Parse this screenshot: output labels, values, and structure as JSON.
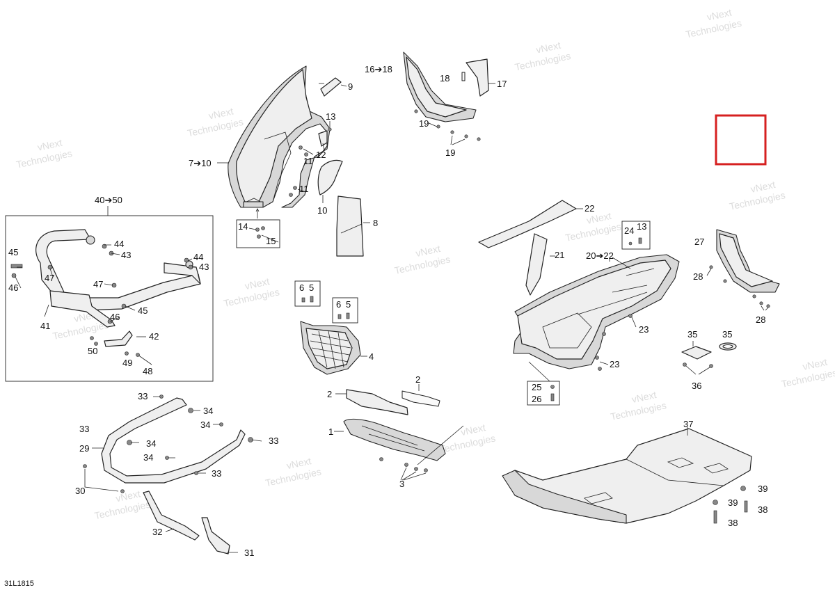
{
  "drawing_id": "31L1815",
  "watermark_line1": "vNext",
  "watermark_line2": "Technologies",
  "watermark_full": "vNext Technologies",
  "highlight_color": "#d62020",
  "callouts": {
    "c1": "1",
    "c2a": "2",
    "c2b": "2",
    "c3": "3",
    "c4": "4",
    "c5a": "5",
    "c5b": "5",
    "c6a": "6",
    "c6b": "6",
    "c7_10": "7➔10",
    "c8": "8",
    "c9": "9",
    "c10": "10",
    "c11a": "11",
    "c11b": "11",
    "c12": "12",
    "c13a": "13",
    "c13b": "13",
    "c14": "14",
    "c15": "15",
    "c16_18": "16➔18",
    "c17": "17",
    "c18": "18",
    "c19a": "19",
    "c19b": "19",
    "c20_22": "20➔22",
    "c21": "21",
    "c22": "22",
    "c23a": "23",
    "c23b": "23",
    "c24": "24",
    "c25": "25",
    "c26": "26",
    "c27": "27",
    "c28a": "28",
    "c28b": "28",
    "c29": "29",
    "c30": "30",
    "c31": "31",
    "c32": "32",
    "c33a": "33",
    "c33b": "33",
    "c33c": "33",
    "c33d": "33",
    "c34a": "34",
    "c34b": "34",
    "c34c": "34",
    "c34d": "34",
    "c35a": "35",
    "c35b": "35",
    "c36": "36",
    "c37": "37",
    "c38a": "38",
    "c38b": "38",
    "c39a": "39",
    "c39b": "39",
    "c40_50": "40➔50",
    "c41": "41",
    "c42": "42",
    "c43a": "43",
    "c43b": "43",
    "c44a": "44",
    "c44b": "44",
    "c45a": "45",
    "c45b": "45",
    "c46a": "46",
    "c46b": "46",
    "c47a": "47",
    "c47b": "47",
    "c48": "48",
    "c49": "49",
    "c50": "50"
  }
}
